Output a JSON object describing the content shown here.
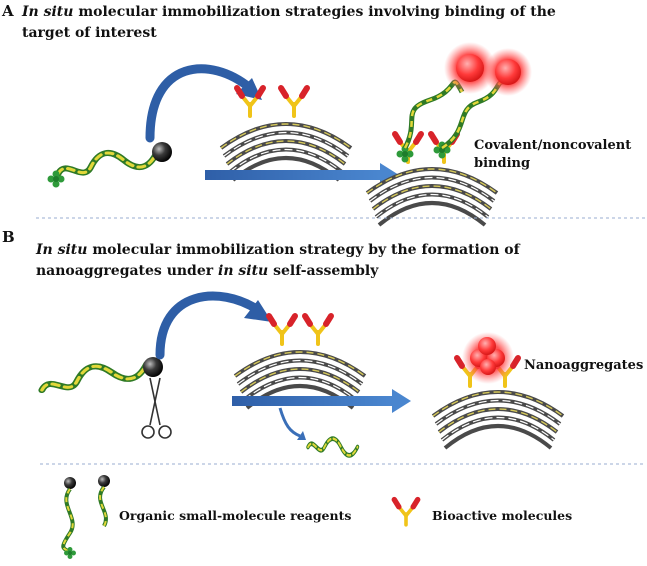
{
  "panels": [
    {
      "letter": "A",
      "title_line1_italic": "In situ",
      "title_line1_rest": " molecular immobilization strategies involving binding of the",
      "title_line2": "target of interest",
      "result_label_1": "Covalent/noncovalent",
      "result_label_2": "binding"
    },
    {
      "letter": "B",
      "title_line1_italic": "In situ",
      "title_line1_rest": " molecular immobilization strategy by the formation of",
      "title_line2_pre": "nanoaggregates under ",
      "title_line2_italic": "in situ",
      "title_line2_post": " self-assembly",
      "result_label": "Nanoaggregates"
    }
  ],
  "legend": {
    "reagent_label": "Organic small-molecule reagents",
    "bioactive_label": "Bioactive molecules"
  },
  "colors": {
    "arrow_blue": "#3a6fb8",
    "strand_green": "#3d8a2e",
    "strand_yellow": "#d9d22a",
    "antibody_red": "#d8232a",
    "antibody_yellow": "#f0c419",
    "membrane_gray": "#555555",
    "glow_red": "#ff2a2a",
    "divider": "#9aaed0"
  }
}
